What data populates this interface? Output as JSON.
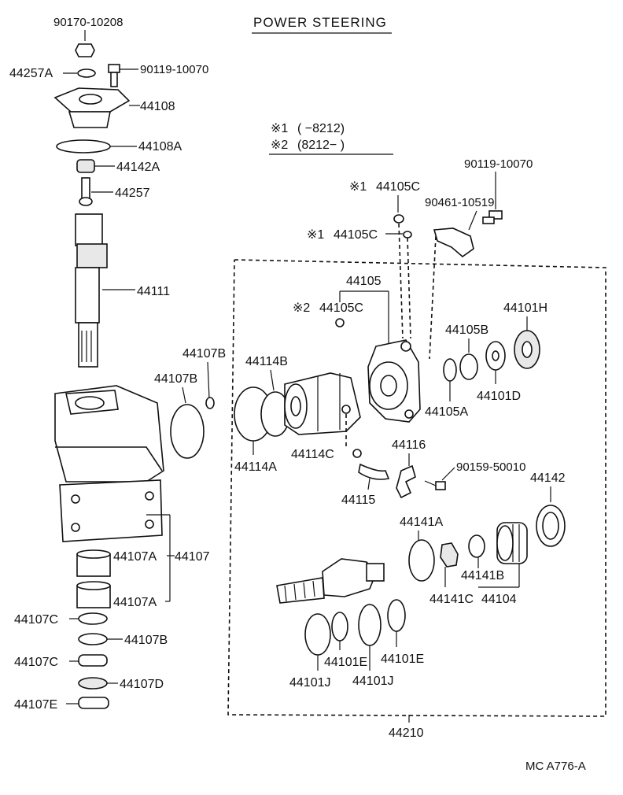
{
  "title": "POWER STEERING",
  "legend": {
    "note1_mark": "※1",
    "note1_range": "(      −8212)",
    "note2_mark": "※2",
    "note2_range": "(8212−        )"
  },
  "parts": {
    "p90170_10208": "90170-10208",
    "p44257A": "44257A",
    "p90119_10070_top": "90119-10070",
    "p44108": "44108",
    "p44108A": "44108A",
    "p44142A": "44142A",
    "p44257": "44257",
    "p44111": "44111",
    "p44107B_top": "44107B",
    "p44107B_mid": "44107B",
    "p44107A_1": "44107A",
    "p44107": "44107",
    "p44107A_2": "44107A",
    "p44107C_1": "44107C",
    "p44107B_bot": "44107B",
    "p44107C_2": "44107C",
    "p44107D": "44107D",
    "p44107E": "44107E",
    "p44105C_a": "44105C",
    "p44105C_b": "44105C",
    "p44105C_c": "44105C",
    "p90119_10070_right": "90119-10070",
    "p90461_10519": "90461-10519",
    "p44105": "44105",
    "p44101H": "44101H",
    "p44105B": "44105B",
    "p44114B": "44114B",
    "p44101D": "44101D",
    "p44105A": "44105A",
    "p44114C": "44114C",
    "p44114A": "44114A",
    "p44116": "44116",
    "p90159_50010": "90159-50010",
    "p44142": "44142",
    "p44115": "44115",
    "p44141A": "44141A",
    "p44141B": "44141B",
    "p44141C": "44141C",
    "p44104": "44104",
    "p44101E_1": "44101E",
    "p44101E_2": "44101E",
    "p44101J_1": "44101J",
    "p44101J_2": "44101J",
    "p44210": "44210"
  },
  "marks": {
    "m1a": "※1",
    "m1b": "※1",
    "m2": "※2"
  },
  "footer_code": "MC  A776-A"
}
